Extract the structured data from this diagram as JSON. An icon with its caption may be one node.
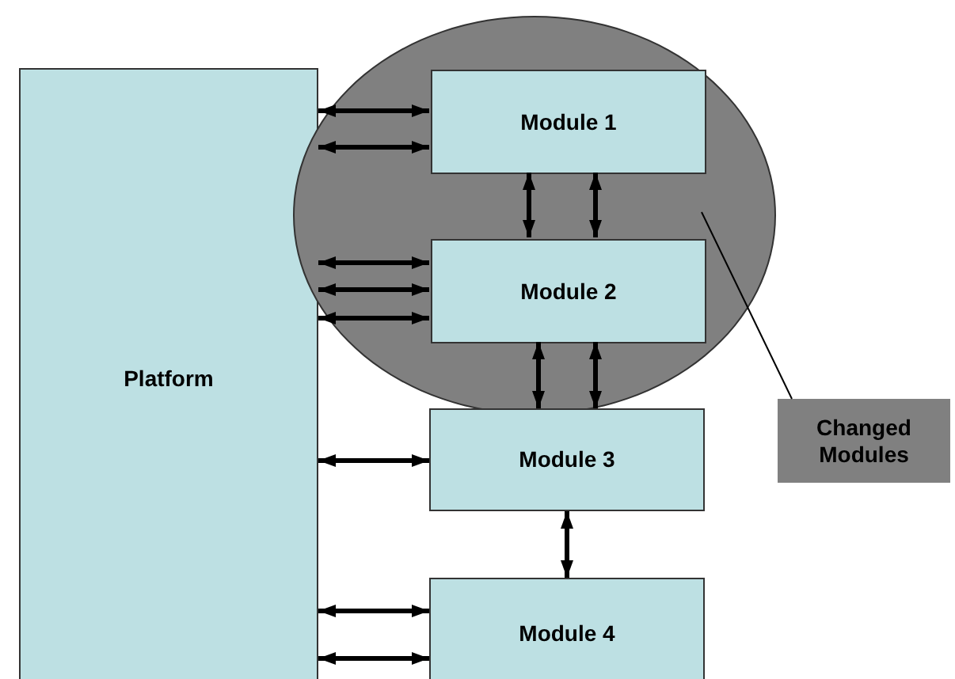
{
  "diagram": {
    "nodes": [
      {
        "text": [
          "Platform"
        ]
      },
      {
        "text": [],
        "shape": "ellipse"
      },
      {
        "text": [
          "Module 1"
        ],
        "in": 1
      },
      {
        "text": [
          "Module 2"
        ],
        "in": 1
      },
      {
        "text": [
          "Module 3"
        ]
      },
      {
        "text": [
          "Module 4"
        ]
      },
      {
        "text": [
          "Changed Modules"
        ]
      }
    ],
    "edges": [
      {
        "from": 0,
        "to": 2,
        "arrow": "both"
      },
      {
        "from": 0,
        "to": 2,
        "arrow": "both"
      },
      {
        "from": 2,
        "to": 3,
        "arrow": "both"
      },
      {
        "from": 2,
        "to": 3,
        "arrow": "both"
      },
      {
        "from": 0,
        "to": 3,
        "arrow": "both"
      },
      {
        "from": 0,
        "to": 3,
        "arrow": "both"
      },
      {
        "from": 0,
        "to": 3,
        "arrow": "both"
      },
      {
        "from": 3,
        "to": 4,
        "arrow": "both"
      },
      {
        "from": 3,
        "to": 4,
        "arrow": "both"
      },
      {
        "from": 0,
        "to": 4,
        "arrow": "both"
      },
      {
        "from": 4,
        "to": 5,
        "arrow": "both"
      },
      {
        "from": 0,
        "to": 5,
        "arrow": "both"
      },
      {
        "from": 0,
        "to": 5,
        "arrow": "both"
      },
      {
        "from": 6,
        "to": 1,
        "arrow": "none"
      }
    ]
  }
}
